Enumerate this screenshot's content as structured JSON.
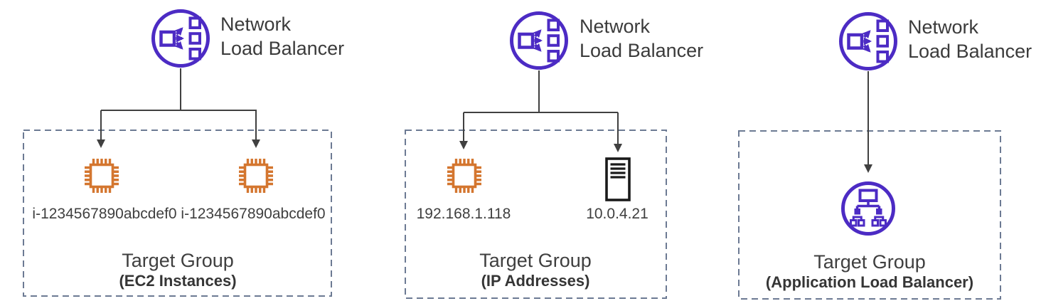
{
  "colors": {
    "balancer_purple": "#4C2BC4",
    "ec2_orange": "#D4762F",
    "server_black": "#1A1A1A",
    "connector_gray": "#404040",
    "box_border_slate": "#6C7A93",
    "text_dark_gray": "#3B3B3B"
  },
  "diagrams": [
    {
      "balancer": {
        "line1": "Network",
        "line2": "Load Balancer",
        "icon": "network-load-balancer-icon"
      },
      "targets": [
        {
          "icon": "ec2-instance-icon",
          "label": "i-1234567890abcdef0"
        },
        {
          "icon": "ec2-instance-icon",
          "label": "i-1234567890abcdef0"
        }
      ],
      "group": {
        "title": "Target Group",
        "subtitle": "(EC2 Instances)"
      }
    },
    {
      "balancer": {
        "line1": "Network",
        "line2": "Load Balancer",
        "icon": "network-load-balancer-icon"
      },
      "targets": [
        {
          "icon": "ec2-instance-icon",
          "label": "192.168.1.118"
        },
        {
          "icon": "server-icon",
          "label": "10.0.4.21"
        }
      ],
      "group": {
        "title": "Target Group",
        "subtitle": "(IP Addresses)"
      }
    },
    {
      "balancer": {
        "line1": "Network",
        "line2": "Load Balancer",
        "icon": "network-load-balancer-icon"
      },
      "targets": [
        {
          "icon": "application-load-balancer-icon",
          "label": ""
        }
      ],
      "group": {
        "title": "Target Group",
        "subtitle": "(Application Load Balancer)"
      }
    }
  ]
}
